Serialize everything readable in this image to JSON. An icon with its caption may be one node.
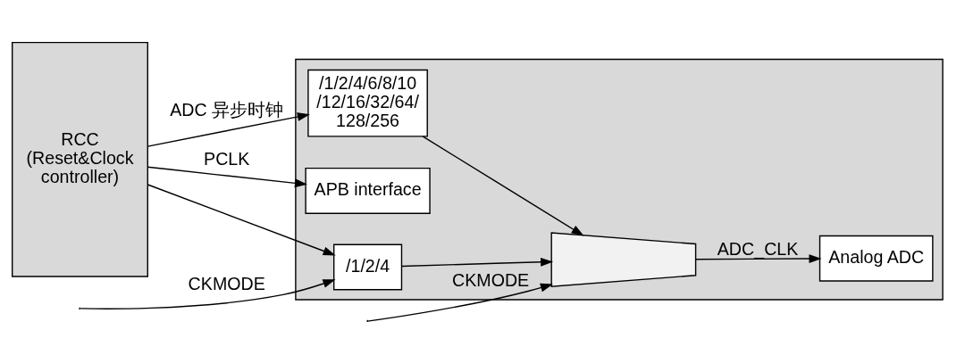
{
  "diagram": {
    "nodes": [
      {
        "text": [
          "RCC (Reset&Clock controller)"
        ]
      },
      {
        "text": [],
        "shape": "box"
      },
      {
        "text": [
          "APB interface"
        ],
        "in": 1
      },
      {
        "text": [
          "/1/2/4"
        ],
        "in": 1
      },
      {
        "text": [
          "/1/2/4/6/8/10 /12/16/32/64/ 128/256"
        ],
        "in": 1
      },
      {
        "text": [],
        "shape": "trapezoid",
        "in": 1
      },
      {
        "text": [
          "Analog ADC"
        ],
        "in": 1
      }
    ],
    "edges": [
      {
        "from": 0,
        "to": 2,
        "arrow": "to",
        "label": "PCLK"
      },
      {
        "from": 0,
        "to": 3,
        "arrow": "to"
      },
      {
        "from": null,
        "to": 3,
        "arrow": "to",
        "label": "CKMODE"
      },
      {
        "from": 0,
        "to": 4,
        "arrow": "to",
        "label": "ADC 异步时钟"
      },
      {
        "from": 3,
        "to": 5,
        "arrow": "to"
      },
      {
        "from": 4,
        "to": 5,
        "arrow": "to"
      },
      {
        "from": null,
        "to": 5,
        "arrow": "to",
        "label": "CKMODE"
      },
      {
        "from": 5,
        "to": 6,
        "arrow": "to",
        "label": "ADC_CLK"
      }
    ]
  }
}
